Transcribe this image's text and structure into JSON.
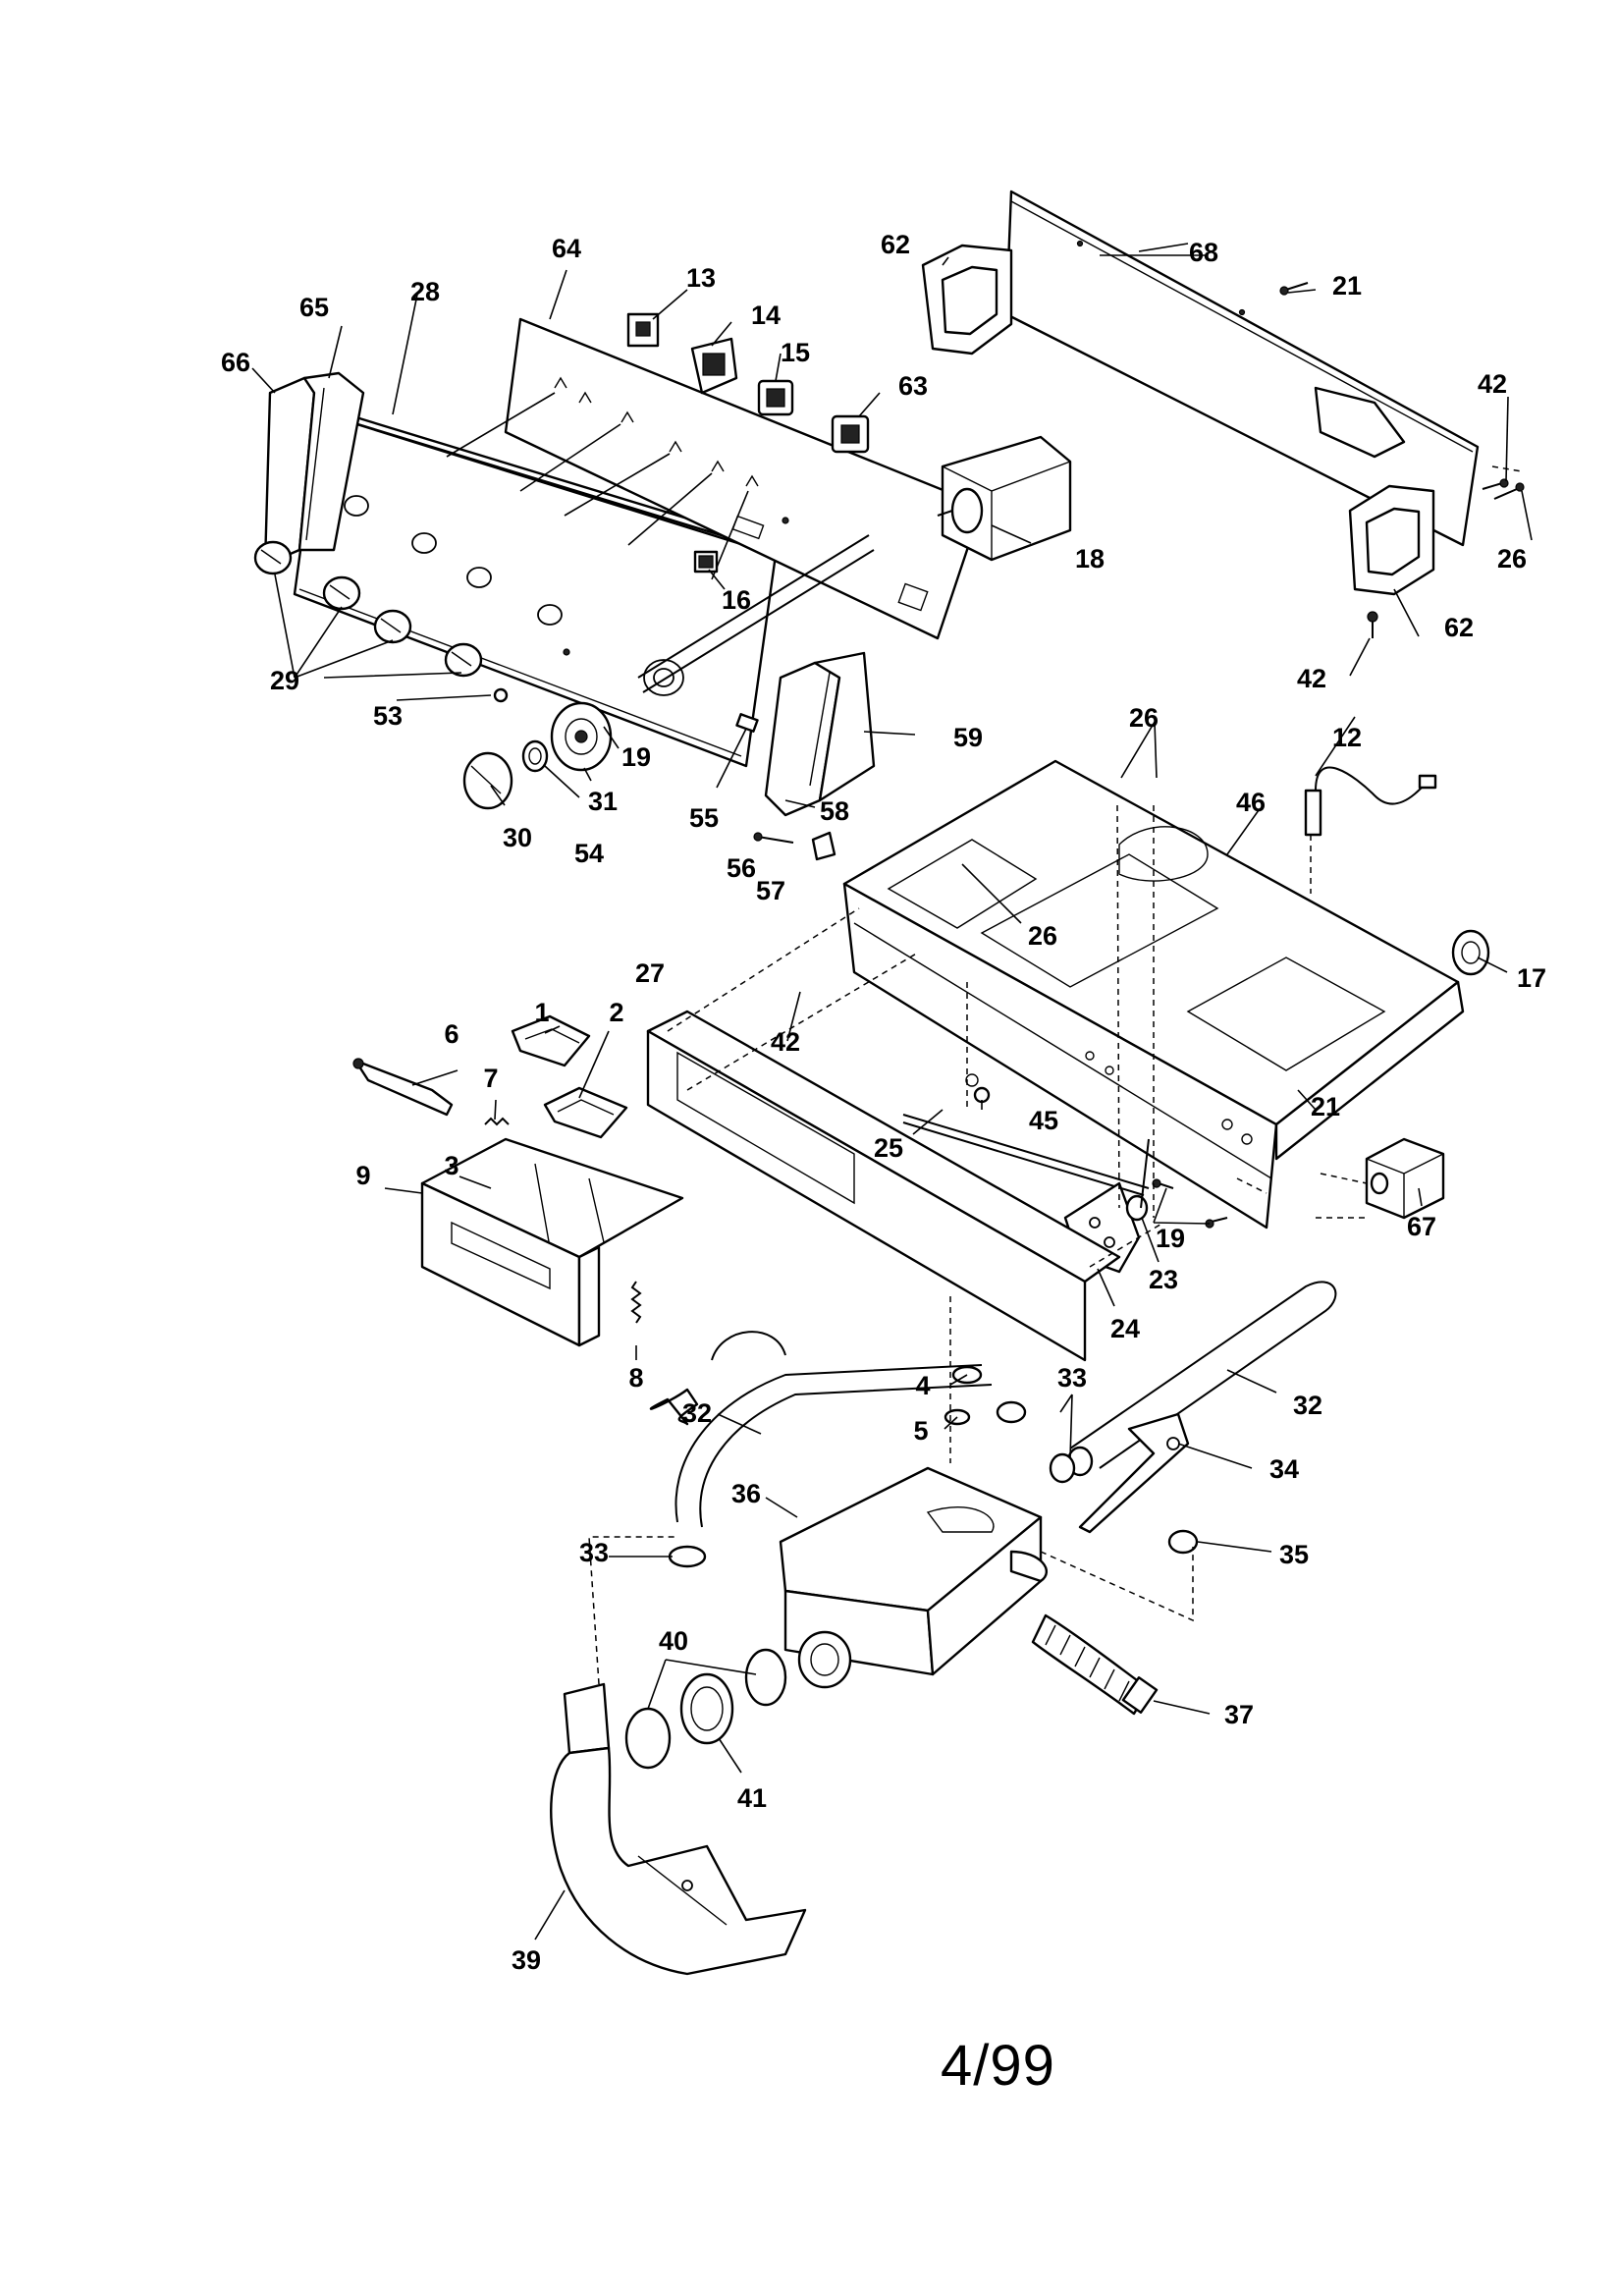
{
  "page": {
    "number": "4/99"
  },
  "callouts": [
    {
      "id": "c1",
      "label": "1"
    },
    {
      "id": "c2",
      "label": "2"
    },
    {
      "id": "c3",
      "label": "3"
    },
    {
      "id": "c4",
      "label": "4"
    },
    {
      "id": "c5",
      "label": "5"
    },
    {
      "id": "c6",
      "label": "6"
    },
    {
      "id": "c7",
      "label": "7"
    },
    {
      "id": "c8",
      "label": "8"
    },
    {
      "id": "c9",
      "label": "9"
    },
    {
      "id": "c12",
      "label": "12"
    },
    {
      "id": "c13",
      "label": "13"
    },
    {
      "id": "c14",
      "label": "14"
    },
    {
      "id": "c15",
      "label": "15"
    },
    {
      "id": "c16",
      "label": "16"
    },
    {
      "id": "c17",
      "label": "17"
    },
    {
      "id": "c18",
      "label": "18"
    },
    {
      "id": "c19a",
      "label": "19"
    },
    {
      "id": "c19b",
      "label": "19"
    },
    {
      "id": "c21a",
      "label": "21"
    },
    {
      "id": "c21b",
      "label": "21"
    },
    {
      "id": "c23",
      "label": "23"
    },
    {
      "id": "c24",
      "label": "24"
    },
    {
      "id": "c25",
      "label": "25"
    },
    {
      "id": "c26a",
      "label": "26"
    },
    {
      "id": "c26b",
      "label": "26"
    },
    {
      "id": "c26c",
      "label": "26"
    },
    {
      "id": "c27",
      "label": "27"
    },
    {
      "id": "c28",
      "label": "28"
    },
    {
      "id": "c29",
      "label": "29"
    },
    {
      "id": "c30",
      "label": "30"
    },
    {
      "id": "c31",
      "label": "31"
    },
    {
      "id": "c32a",
      "label": "32"
    },
    {
      "id": "c32b",
      "label": "32"
    },
    {
      "id": "c33a",
      "label": "33"
    },
    {
      "id": "c33b",
      "label": "33"
    },
    {
      "id": "c34",
      "label": "34"
    },
    {
      "id": "c35",
      "label": "35"
    },
    {
      "id": "c36",
      "label": "36"
    },
    {
      "id": "c37",
      "label": "37"
    },
    {
      "id": "c39",
      "label": "39"
    },
    {
      "id": "c40",
      "label": "40"
    },
    {
      "id": "c41",
      "label": "41"
    },
    {
      "id": "c42a",
      "label": "42"
    },
    {
      "id": "c42b",
      "label": "42"
    },
    {
      "id": "c42c",
      "label": "42"
    },
    {
      "id": "c45",
      "label": "45"
    },
    {
      "id": "c46",
      "label": "46"
    },
    {
      "id": "c53",
      "label": "53"
    },
    {
      "id": "c54",
      "label": "54"
    },
    {
      "id": "c55",
      "label": "55"
    },
    {
      "id": "c56",
      "label": "56"
    },
    {
      "id": "c57",
      "label": "57"
    },
    {
      "id": "c58",
      "label": "58"
    },
    {
      "id": "c59",
      "label": "59"
    },
    {
      "id": "c62a",
      "label": "62"
    },
    {
      "id": "c62b",
      "label": "62"
    },
    {
      "id": "c63",
      "label": "63"
    },
    {
      "id": "c64",
      "label": "64"
    },
    {
      "id": "c65",
      "label": "65"
    },
    {
      "id": "c66",
      "label": "66"
    },
    {
      "id": "c67",
      "label": "67"
    },
    {
      "id": "c68",
      "label": "68"
    }
  ]
}
